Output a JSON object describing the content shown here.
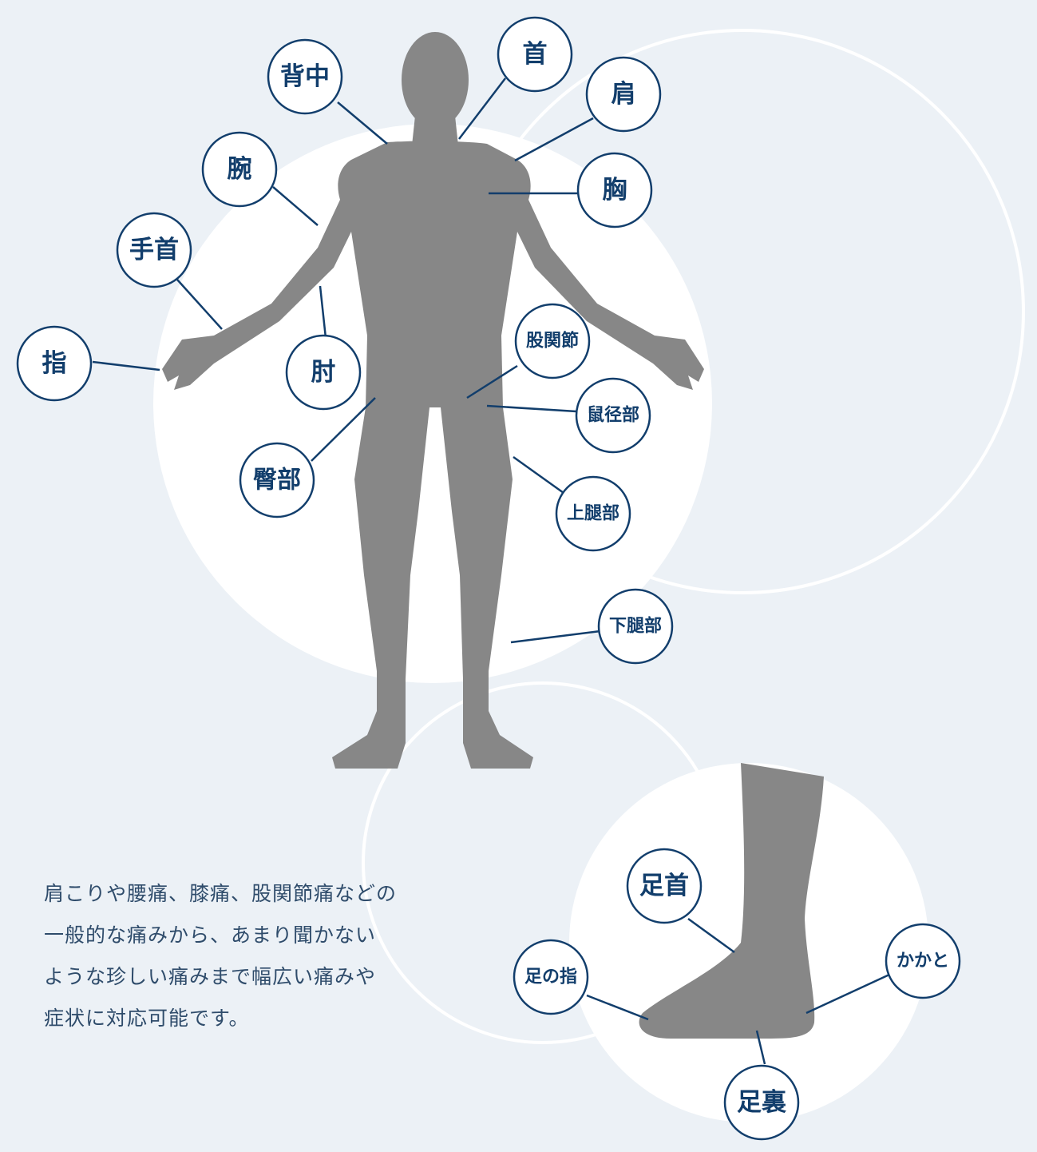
{
  "colors": {
    "background": "#ecf1f6",
    "silhouette": "#878787",
    "accent": "#123e6c",
    "circle_fill": "#ffffff"
  },
  "labels": {
    "senaka": "背中",
    "kubi": "首",
    "kata": "肩",
    "ude": "腕",
    "mune": "胸",
    "tekubi": "手首",
    "yubi": "指",
    "hiji": "肘",
    "kokansetsu": "股関節",
    "sokeibu": "鼠径部",
    "denbu": "臀部",
    "jotaibu": "上腿部",
    "katai": "下腿部",
    "ashikubi": "足首",
    "ashinoyubi": "足の指",
    "kakato": "かかと",
    "ashiura": "足裏"
  },
  "description": [
    "肩こりや腰痛、膝痛、股関節痛などの",
    "一般的な痛みから、あまり聞かない",
    "ような珍しい痛みまで幅広い痛みや",
    "症状に対応可能です。"
  ]
}
